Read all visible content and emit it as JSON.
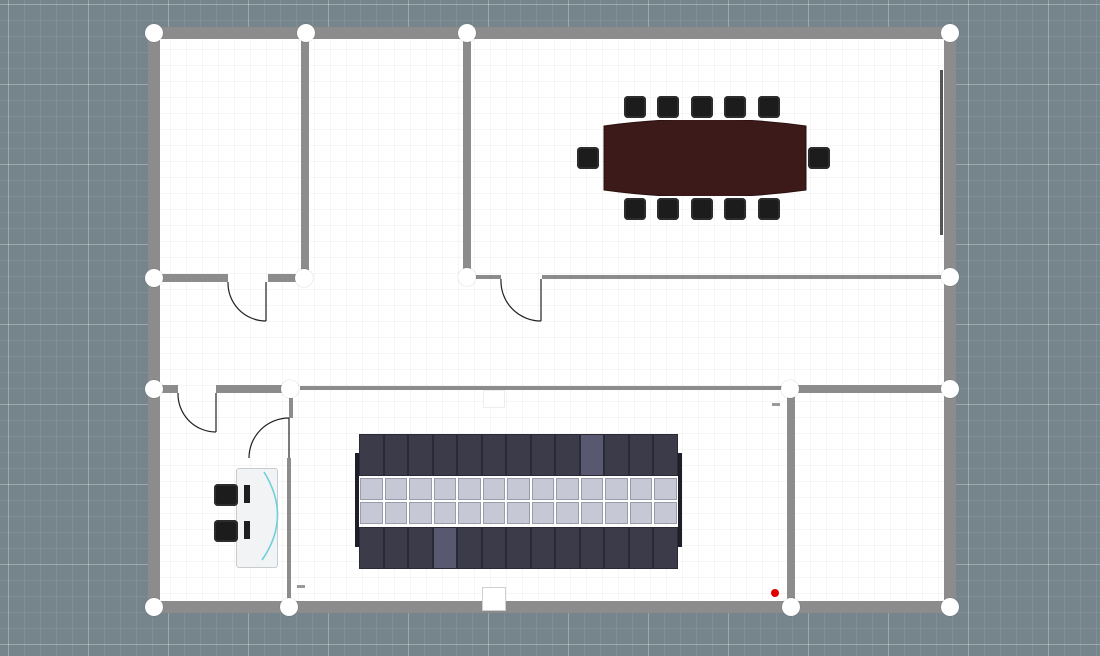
{
  "canvas": {
    "background_color": "#76848c",
    "floor_color": "#ffffff",
    "wall_color": "#8c8c8c",
    "vertex_color": "#ffffff"
  },
  "conference_room": {
    "table_color": "#3d1a1a",
    "chair_color": "#1c1c1c",
    "chairs_top_row": 5,
    "chairs_bottom_row": 5,
    "chairs_ends": 2
  },
  "server_room": {
    "rack_color": "#3b3b4a",
    "highlight_rack_color": "#585870",
    "floor_tile_color": "#c6c8d6",
    "racks_per_row": 13,
    "tile_rows": 2
  },
  "workstation": {
    "desk_color": "#f1f3f5",
    "chair_count": 2,
    "monitor_count": 2
  },
  "sensor": {
    "color": "#e00000"
  },
  "icons": [
    "door-swing-icon",
    "chair-icon",
    "server-rack-icon",
    "wall-vertex-handle"
  ]
}
